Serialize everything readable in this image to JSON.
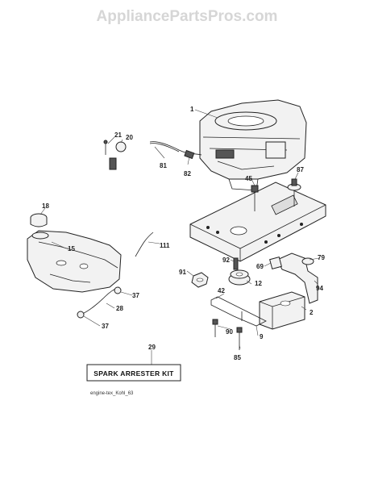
{
  "watermark": "AppliancePartsPros.com",
  "callouts": {
    "c1": "1",
    "c2": "2",
    "c9": "9",
    "c12": "12",
    "c15": "15",
    "c18": "18",
    "c20": "20",
    "c21": "21",
    "c28": "28",
    "c29": "29",
    "c37a": "37",
    "c37b": "37",
    "c42": "42",
    "c45": "45",
    "c69": "69",
    "c79": "79",
    "c81": "81",
    "c82": "82",
    "c85": "85",
    "c87": "87",
    "c90": "90",
    "c91": "91",
    "c92": "92",
    "c94": "94",
    "c111": "111"
  },
  "kit_label": "SPARK ARRESTER KIT",
  "caption": "engine-tex_Kohl_63"
}
